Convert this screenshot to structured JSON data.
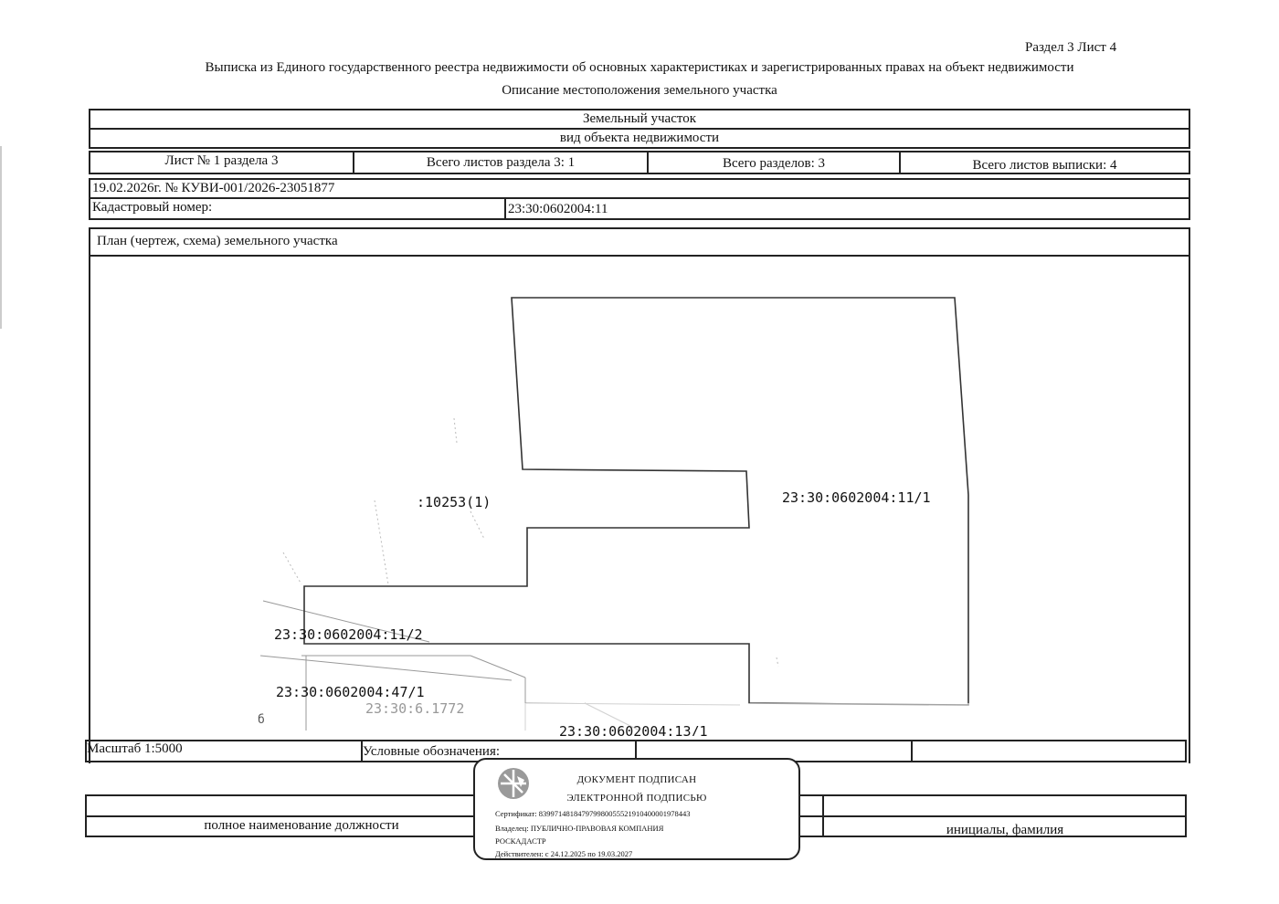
{
  "header": {
    "section_sheet": "Раздел 3    Лист 4",
    "title": "Выписка из Единого государственного реестра недвижимости об основных характеристиках и зарегистрированных правах на объект недвижимости",
    "subtitle": "Описание местоположения земельного участка"
  },
  "object": {
    "name": "Земельный участок",
    "kind_label": "вид объекта недвижимости"
  },
  "sheet_info": {
    "sheet_of_section": "Лист № 1 раздела 3",
    "total_section_sheets": "Всего листов раздела 3: 1",
    "total_sections": "Всего разделов: 3",
    "total_extract_sheets": "Всего листов выписки: 4"
  },
  "document": {
    "date_number": "19.02.2026г. № КУВИ-001/2026-23051877",
    "cadastral_label": "Кадастровый номер:",
    "cadastral_value": "23:30:0602004:11"
  },
  "plan": {
    "title": "План (чертеж, схема) земельного участка",
    "labels": {
      "parcel_main": "23:30:0602004:11/1",
      "neighbor_10253": ":10253(1)",
      "parcel_2": "23:30:0602004:11/2",
      "parcel_47": "23:30:0602004:47/1",
      "parcel_6": "23:30:6.1772",
      "parcel_13": "23:30:0602004:13/1",
      "stray_mark": "б"
    }
  },
  "footer_row": {
    "scale": "Масштаб 1:5000",
    "legend": "Условные обозначения:"
  },
  "signature": {
    "position_label": "полное наименование должности",
    "name_label": "инициалы, фамилия"
  },
  "stamp": {
    "line1": "ДОКУМЕНТ ПОДПИСАН",
    "line2": "ЭЛЕКТРОННОЙ ПОДПИСЬЮ",
    "certificate": "Сертификат: 839971481847979980055521910400001978443",
    "owner1": "Владелец: ПУБЛИЧНО-ПРАВОВАЯ КОМПАНИЯ",
    "owner2": "РОСКАДАСТР",
    "valid": "Действителен: с 24.12.2025 по 19.03.2027"
  },
  "colors": {
    "ink": "#111111",
    "border": "#222222",
    "background": "#ffffff"
  }
}
